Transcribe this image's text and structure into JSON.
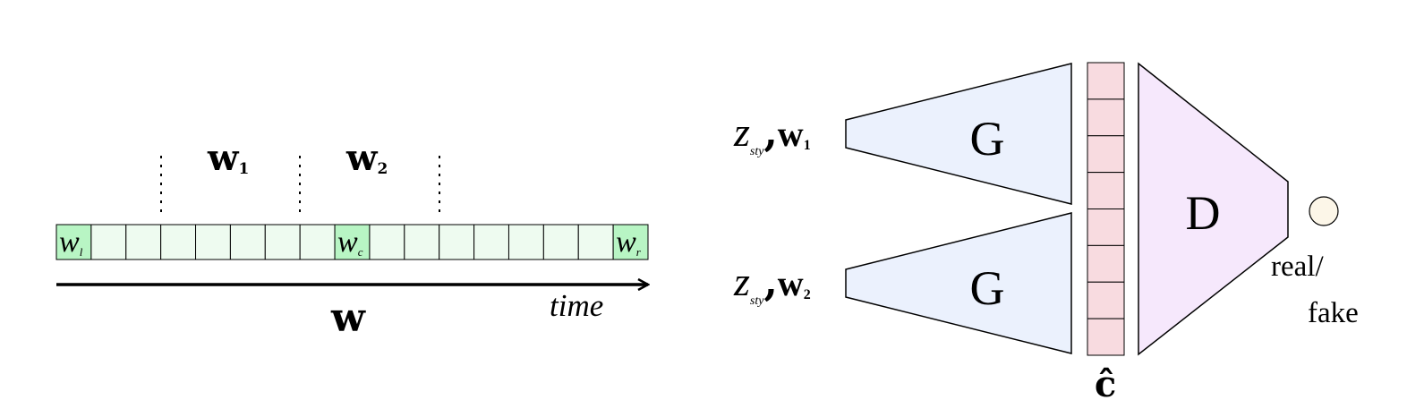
{
  "left": {
    "cells": 17,
    "highlight": [
      {
        "index": 0,
        "base": "w",
        "sub": "l"
      },
      {
        "index": 8,
        "base": "w",
        "sub": "c"
      },
      {
        "index": 16,
        "base": "w",
        "sub": "r"
      }
    ],
    "window_labels": [
      {
        "base": "w",
        "sub": "1"
      },
      {
        "base": "w",
        "sub": "2"
      }
    ],
    "axis_label": "time",
    "sequence_label": "w"
  },
  "right": {
    "inputs": [
      {
        "z": "z",
        "z_sub": "sty",
        "sep": ",",
        "w": "w",
        "w_sub": "1"
      },
      {
        "z": "z",
        "z_sub": "sty",
        "sep": ",",
        "w": "w",
        "w_sub": "2"
      }
    ],
    "generator_label": "G",
    "discriminator_label": "D",
    "concat_label": "ĉ",
    "concat_cells": 8,
    "output_label_line1": "real/",
    "output_label_line2": "fake"
  },
  "colors": {
    "cell_fill": "#eefbf0",
    "highlight_fill": "#b8f5c4",
    "generator_fill": "#ebf1fd",
    "concat_fill": "#f8dbe0",
    "discriminator_fill": "#f6e8fc",
    "output_node_fill": "#fcf6e8"
  }
}
